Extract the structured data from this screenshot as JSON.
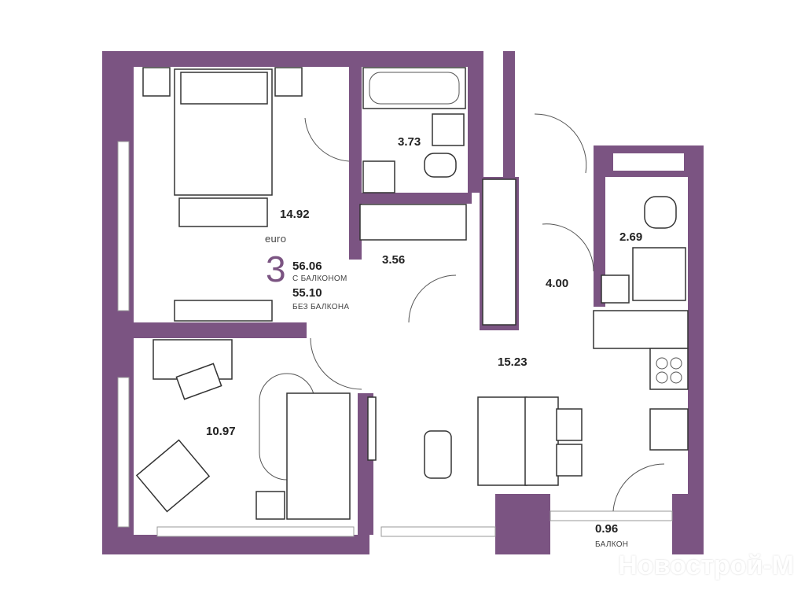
{
  "colors": {
    "wall": "#7b5482"
  },
  "plan": {
    "type_label": "euro",
    "rooms_count": "3",
    "area_with_balcony": "56.06",
    "with_balcony_label": "С БАЛКОНОМ",
    "area_without_balcony": "55.10",
    "without_balcony_label": "БЕЗ БАЛКОНА"
  },
  "rooms": {
    "bedroom": "14.92",
    "bathroom": "3.73",
    "hall": "3.56",
    "corridor": "4.00",
    "toilet": "2.69",
    "living": "15.23",
    "room2": "10.97",
    "balcony": "0.96",
    "balcony_label": "БАЛКОН"
  },
  "watermark": "Новострой-М"
}
